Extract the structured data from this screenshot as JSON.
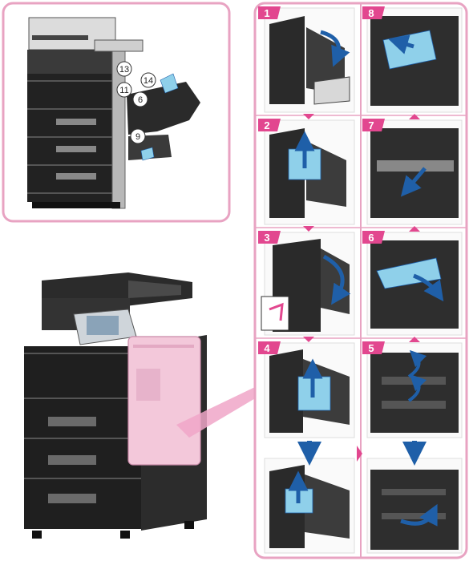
{
  "overview": {
    "callouts": [
      "13",
      "11",
      "14",
      "6",
      "9"
    ]
  },
  "steps": [
    {
      "number": "1"
    },
    {
      "number": "2"
    },
    {
      "number": "3"
    },
    {
      "number": "4"
    },
    {
      "number": "5"
    },
    {
      "number": "6"
    },
    {
      "number": "7"
    },
    {
      "number": "8"
    }
  ],
  "colors": {
    "accent": "#e2478f",
    "frame": "#e8a3c2",
    "paper": "#8fd0ea",
    "arrow_blue": "#1f5fa8",
    "pink_panel": "#f3c8da"
  }
}
